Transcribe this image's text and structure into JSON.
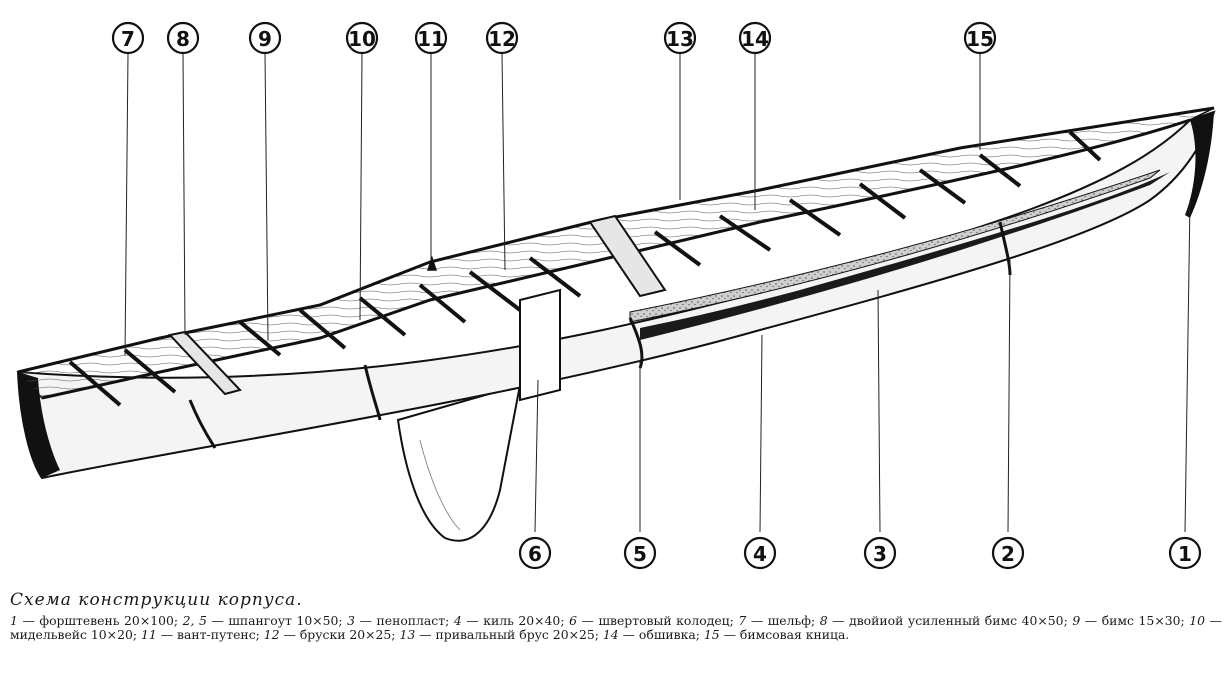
{
  "callouts": [
    "1",
    "2",
    "3",
    "4",
    "5",
    "6",
    "7",
    "8",
    "9",
    "10",
    "11",
    "12",
    "13",
    "14",
    "15"
  ],
  "caption": {
    "title": "Схема конструкции корпуса.",
    "legend": [
      {
        "num": "1",
        "text": "форштевень 20×100;"
      },
      {
        "num": "2, 5",
        "text": "шпангоут 10×50;"
      },
      {
        "num": "3",
        "text": "пенопласт;"
      },
      {
        "num": "4",
        "text": "киль 20×40;"
      },
      {
        "num": "6",
        "text": "швертовый колодец;"
      },
      {
        "num": "7",
        "text": "шельф;"
      },
      {
        "num": "8",
        "text": "двойиой усиленный бимс 40×50;"
      },
      {
        "num": "9",
        "text": "бимс 15×30;"
      },
      {
        "num": "10",
        "text": "мидельвейс 10×20;"
      },
      {
        "num": "11",
        "text": "вант-путенс;"
      },
      {
        "num": "12",
        "text": "бруски 20×25;"
      },
      {
        "num": "13",
        "text": "привальный брус 20×25;"
      },
      {
        "num": "14",
        "text": "обшивка;"
      },
      {
        "num": "15",
        "text": "бимсовая кница."
      }
    ]
  }
}
